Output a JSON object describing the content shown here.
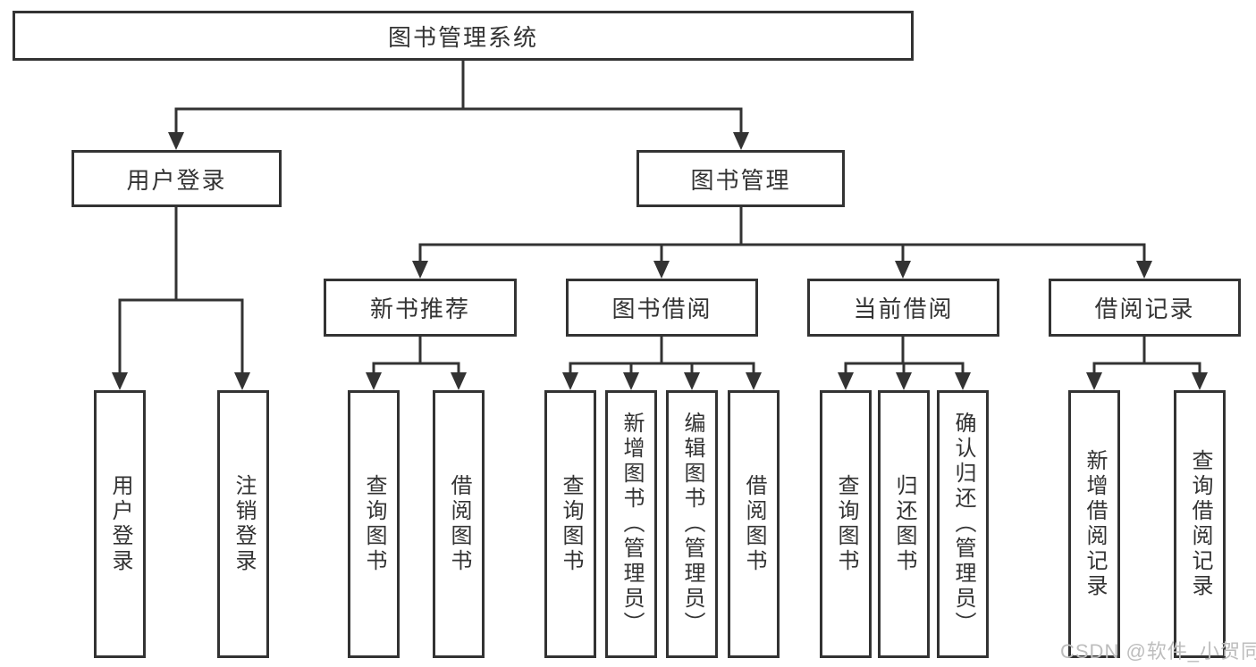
{
  "diagram": {
    "root": {
      "label": "图书管理系统",
      "children": [
        {
          "label": "用户登录",
          "children": [
            {
              "label": "用户登录"
            },
            {
              "label": "注销登录"
            }
          ]
        },
        {
          "label": "图书管理",
          "children": [
            {
              "label": "新书推荐",
              "children": [
                {
                  "label": "查询图书"
                },
                {
                  "label": "借阅图书"
                }
              ]
            },
            {
              "label": "图书借阅",
              "children": [
                {
                  "label": "查询图书"
                },
                {
                  "label": "新增图书（管理员）"
                },
                {
                  "label": "编辑图书（管理员）"
                },
                {
                  "label": "借阅图书"
                }
              ]
            },
            {
              "label": "当前借阅",
              "children": [
                {
                  "label": "查询图书"
                },
                {
                  "label": "归还图书"
                },
                {
                  "label": "确认归还（管理员）"
                }
              ]
            },
            {
              "label": "借阅记录",
              "children": [
                {
                  "label": "新增借阅记录"
                },
                {
                  "label": "查询借阅记录"
                }
              ]
            }
          ]
        }
      ]
    }
  },
  "watermark": {
    "text": "CSDN @软件_小贺同学",
    "color": "#bdbdbd"
  },
  "colors": {
    "line": "#333333",
    "text": "#333333",
    "background": "#ffffff"
  }
}
